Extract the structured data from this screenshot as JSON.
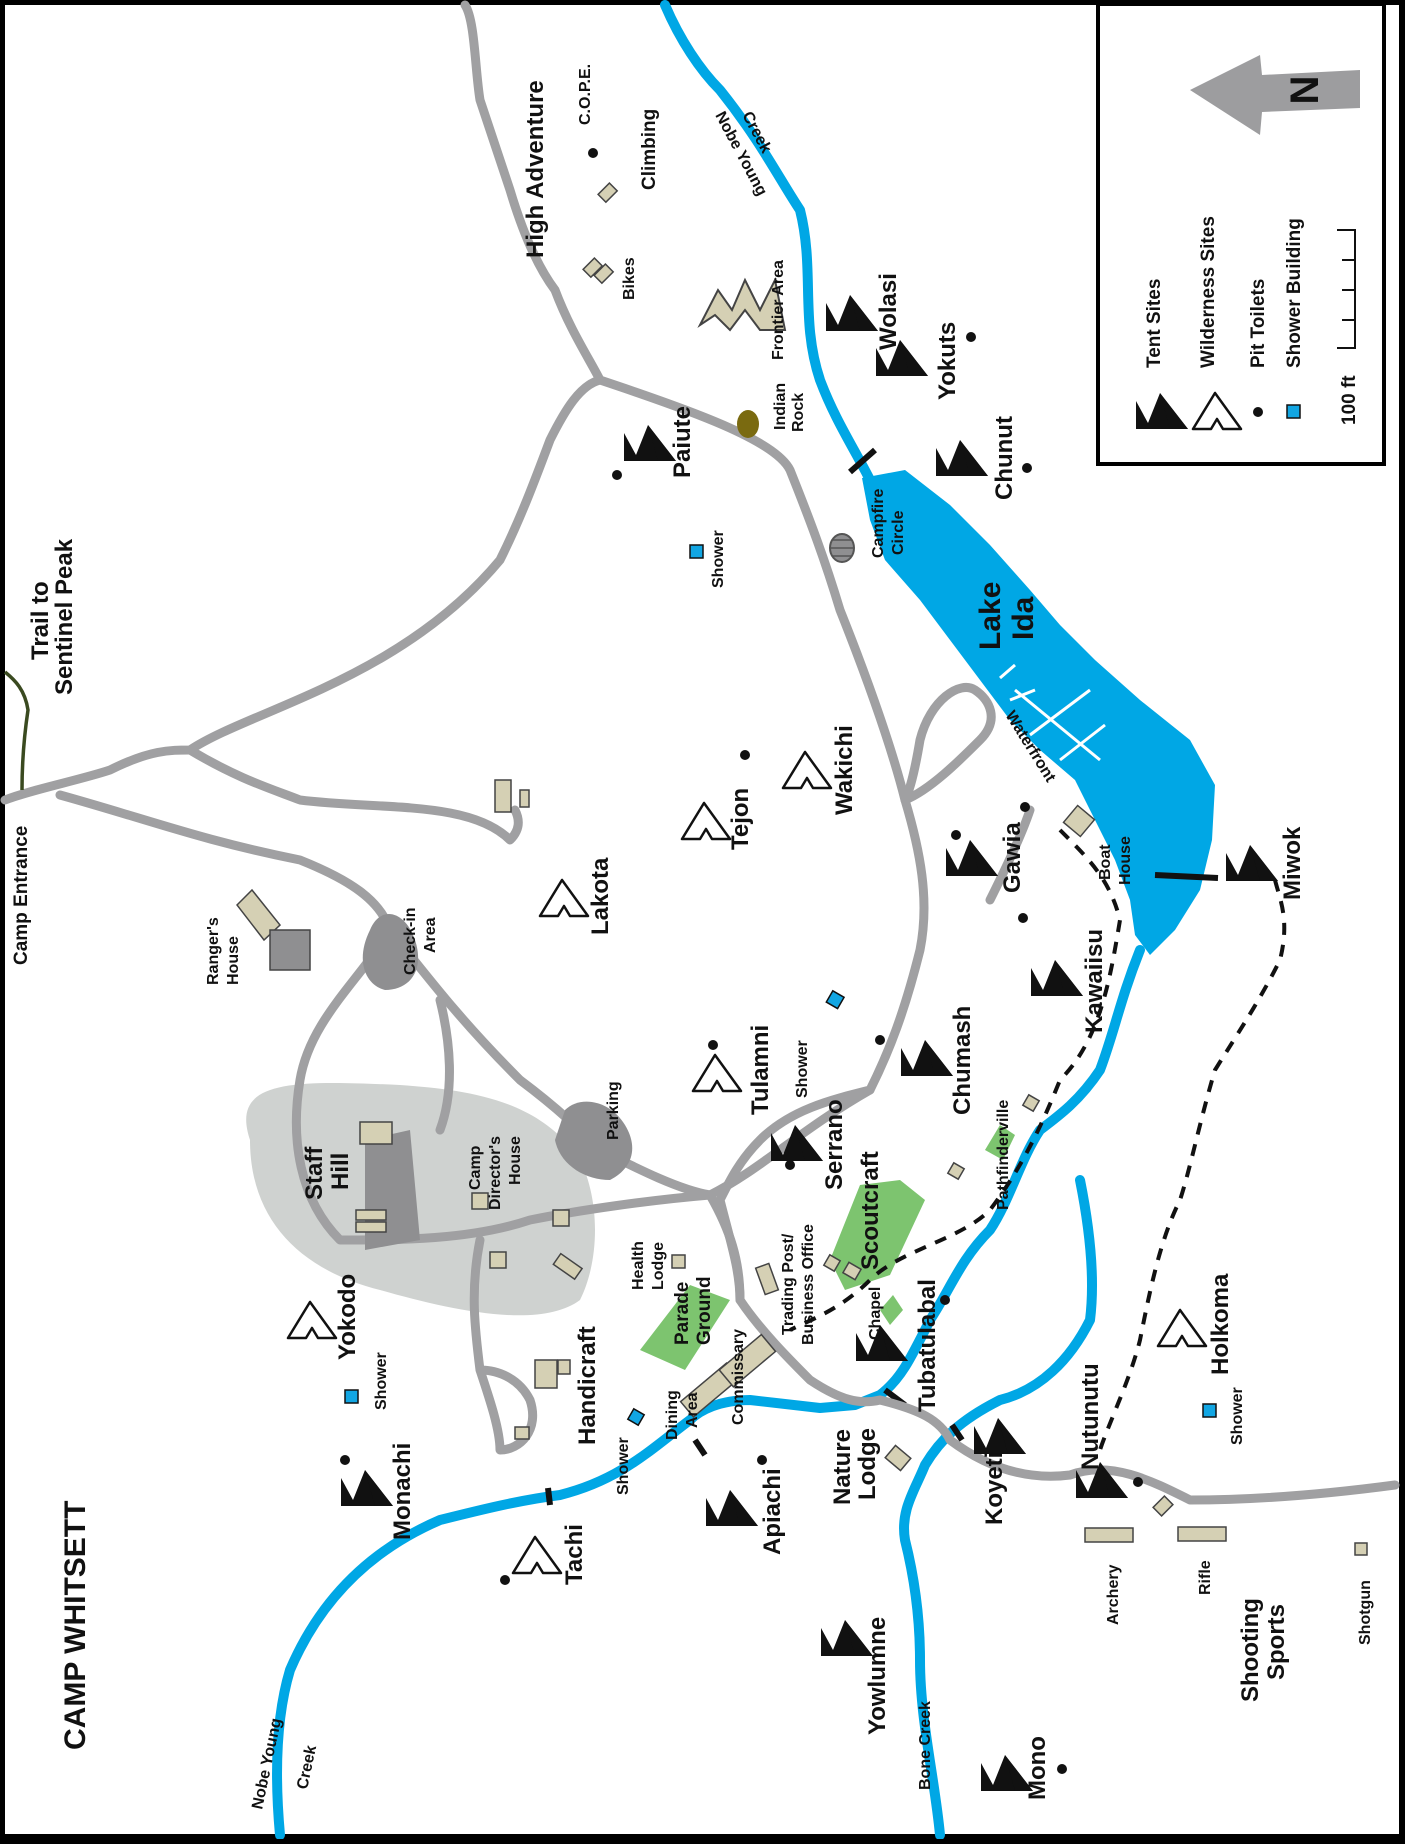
{
  "map": {
    "title": "CAMP WHITSETT",
    "colors": {
      "background": "#ffffff",
      "frame": "#000000",
      "water": "#00a7e5",
      "road": "#a0a0a2",
      "green_area": "#7dc46f",
      "staff_hill_area": "#cfd2d0",
      "building": "#d5d0b4",
      "shower_building": "#12a6e3",
      "sentinel_trail": "#3a4a20",
      "indian_rock": "#7a6a10"
    },
    "legend": {
      "items": [
        {
          "icon": "tent-site-icon",
          "label": "Tent Sites"
        },
        {
          "icon": "wilderness-site-icon",
          "label": "Wilderness Sites"
        },
        {
          "icon": "pit-toilet-icon",
          "label": "Pit Toilets"
        },
        {
          "icon": "shower-building-icon",
          "label": "Shower Building"
        }
      ],
      "scale_label": "100 ft",
      "north_label": "N"
    },
    "water": {
      "lake": "Lake Ida",
      "lake_line1": "Lake",
      "lake_line2": "Ida",
      "creek_top": "Nobe Young Creek",
      "creek_top_line1": "Nobe Young",
      "creek_top_line2": "Creek",
      "creek_bottom_line1": "Nobe Young",
      "creek_bottom_line2": "Creek",
      "bone_creek": "Bone Creek",
      "waterfront": "Waterfront"
    },
    "labels": {
      "trail_to_sentinel_line1": "Trail to",
      "trail_to_sentinel_line2": "Sentinel Peak",
      "camp_entrance": "Camp Entrance",
      "high_adventure": "High Adventure",
      "cope": "C.O.P.E.",
      "climbing": "Climbing",
      "bikes": "Bikes",
      "frontier_area": "Frontier Area",
      "indian_rock_line1": "Indian",
      "indian_rock_line2": "Rock",
      "campfire_circle_line1": "Campfire",
      "campfire_circle_line2": "Circle",
      "boat_house_line1": "Boat",
      "boat_house_line2": "House",
      "rangers_house_line1": "Ranger's",
      "rangers_house_line2": "House",
      "checkin_line1": "Check-in",
      "checkin_line2": "Area",
      "staff_hill_line1": "Staff",
      "staff_hill_line2": "Hill",
      "directors_line1": "Camp",
      "directors_line2": "Director's",
      "directors_line3": "House",
      "parking": "Parking",
      "handicraft": "Handicraft",
      "health_lodge_line1": "Health",
      "health_lodge_line2": "Lodge",
      "parade_ground_line1": "Parade",
      "parade_ground_line2": "Ground",
      "dining_area_line1": "Dining",
      "dining_area_line2": "Area",
      "commissary": "Commissary",
      "trading_post_line1": "Trading Post/",
      "trading_post_line2": "Business Office",
      "scoutcraft": "Scoutcraft",
      "chapel": "Chapel",
      "pathfinderville": "Pathfinderville",
      "nature_lodge_line1": "Nature",
      "nature_lodge_line2": "Lodge",
      "archery": "Archery",
      "rifle": "Rifle",
      "shotgun": "Shotgun",
      "shooting_sports_line1": "Shooting",
      "shooting_sports_line2": "Sports",
      "shower_paiute": "Shower",
      "shower_tulamni": "Shower",
      "shower_yokodo": "Shower",
      "shower_dining": "Shower",
      "shower_holkoma": "Shower"
    },
    "tent_sites": {
      "wolasi": "Wolasi",
      "yokuts": "Yokuts",
      "chunut": "Chunut",
      "paiute": "Paiute",
      "gawia": "Gawia",
      "kawaiisu": "Kawaiisu",
      "miwok": "Miwok",
      "chumash": "Chumash",
      "serrano": "Serrano",
      "tubatulabal": "Tubatulabal",
      "koyeti": "Koyeti",
      "nutunutu": "Nutunutu",
      "apiachi": "Apiachi",
      "monachi": "Monachi",
      "yowlumne": "Yowlumne",
      "mono": "Mono"
    },
    "wilderness_sites": {
      "wakichi": "Wakichi",
      "tejon": "Tejon",
      "lakota": "Lakota",
      "tulamni": "Tulamni",
      "yokodo": "Yokodo",
      "holkoma": "Holkoma",
      "tachi": "Tachi"
    }
  }
}
